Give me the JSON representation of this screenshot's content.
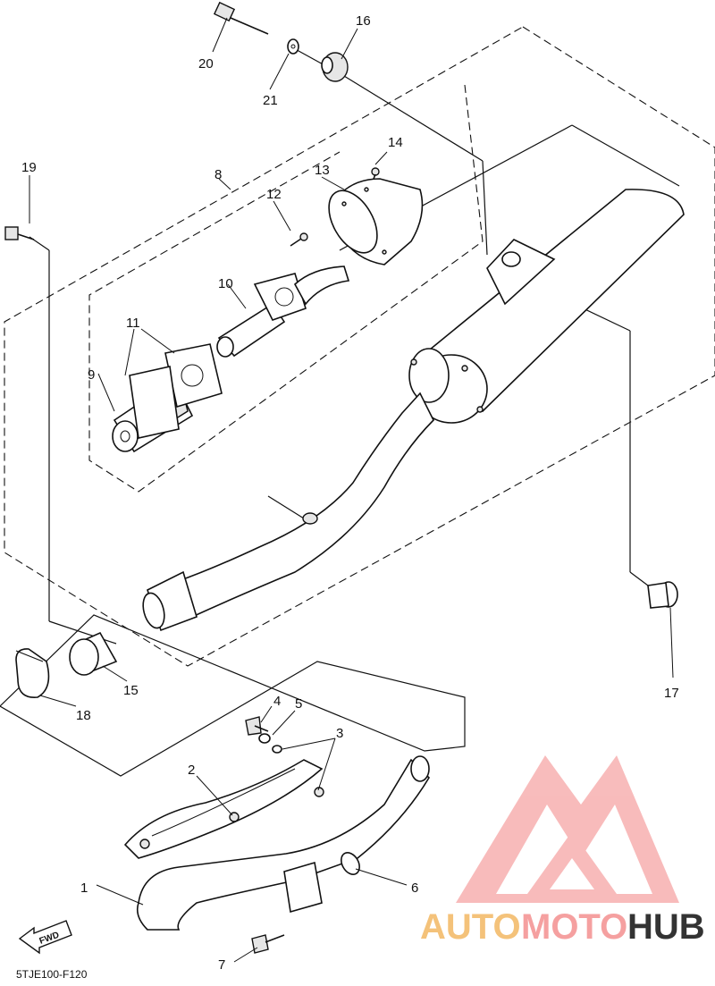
{
  "diagram": {
    "code": "5TJE100-F120",
    "fwd_label": "FWD",
    "callouts": [
      "1",
      "2",
      "3",
      "4",
      "5",
      "6",
      "7",
      "8",
      "9",
      "10",
      "11",
      "12",
      "13",
      "14",
      "15",
      "16",
      "17",
      "18",
      "19",
      "20",
      "21"
    ]
  },
  "watermark": {
    "text_part1": "AUTO",
    "text_part2": "MOTO",
    "text_part3": "HUB",
    "colors": {
      "logo": "#f5a0a0",
      "auto": "#f4c27a",
      "moto": "#f5a0a0",
      "hub": "#333333"
    }
  }
}
